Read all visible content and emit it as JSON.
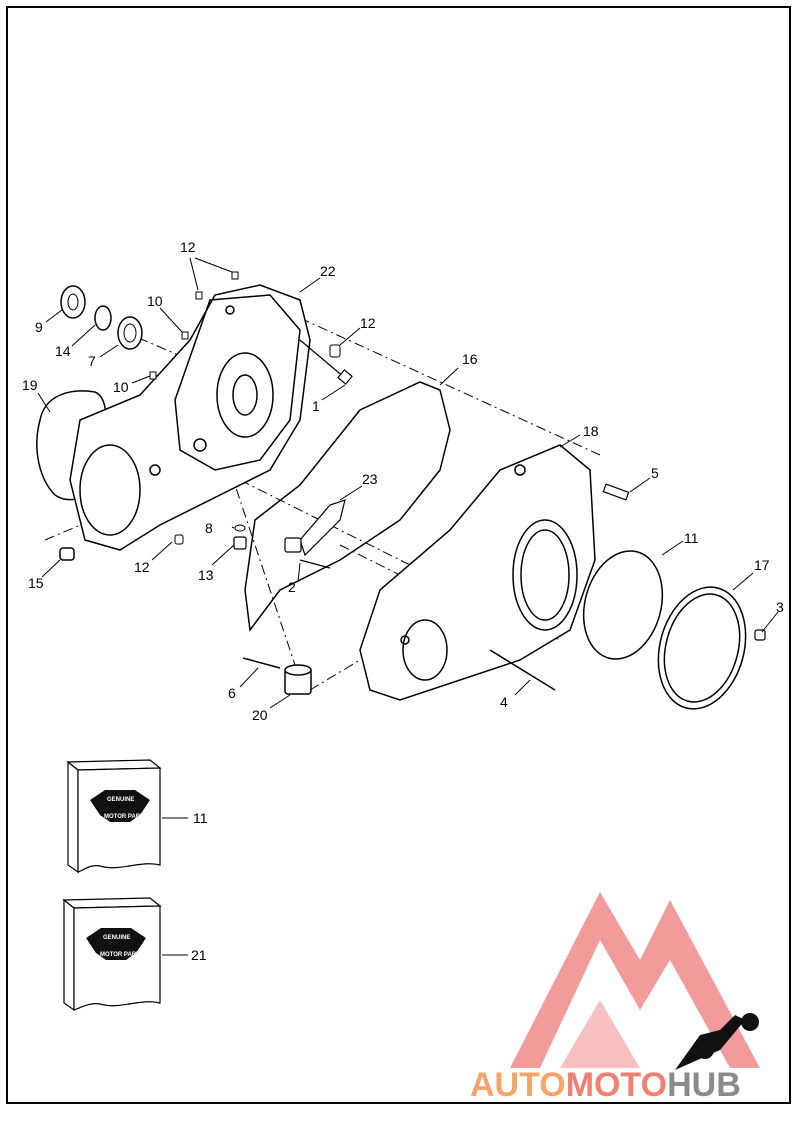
{
  "diagram": {
    "callouts": [
      {
        "id": "c12a",
        "label": "12"
      },
      {
        "id": "c22",
        "label": "22"
      },
      {
        "id": "c10a",
        "label": "10"
      },
      {
        "id": "c12b",
        "label": "12"
      },
      {
        "id": "c9",
        "label": "9"
      },
      {
        "id": "c14",
        "label": "14"
      },
      {
        "id": "c7",
        "label": "7"
      },
      {
        "id": "c16",
        "label": "16"
      },
      {
        "id": "c19",
        "label": "19"
      },
      {
        "id": "c10b",
        "label": "10"
      },
      {
        "id": "c1",
        "label": "1"
      },
      {
        "id": "c18",
        "label": "18"
      },
      {
        "id": "c23",
        "label": "23"
      },
      {
        "id": "c5",
        "label": "5"
      },
      {
        "id": "c8",
        "label": "8"
      },
      {
        "id": "c11a",
        "label": "11"
      },
      {
        "id": "c17",
        "label": "17"
      },
      {
        "id": "c13",
        "label": "13"
      },
      {
        "id": "c15",
        "label": "15"
      },
      {
        "id": "c12c",
        "label": "12"
      },
      {
        "id": "c2",
        "label": "2"
      },
      {
        "id": "c3",
        "label": "3"
      },
      {
        "id": "c6",
        "label": "6"
      },
      {
        "id": "c4",
        "label": "4"
      },
      {
        "id": "c20",
        "label": "20"
      },
      {
        "id": "c11b",
        "label": "11"
      },
      {
        "id": "c21",
        "label": "21"
      }
    ],
    "kits": [
      {
        "id": "kit11",
        "badge_line1": "GENUINE",
        "badge_line2": "MOTOR PARTS"
      },
      {
        "id": "kit21",
        "badge_line1": "GENUINE",
        "badge_line2": "MOTOR PARTS"
      }
    ]
  },
  "watermark": {
    "part1": "AUTO",
    "part2": "MOTO",
    "part3": "HUB",
    "color_auto": "#f5a46a",
    "color_moto": "#f08070",
    "color_hub": "#8a8a8a",
    "logo_color": "#f08a8a"
  }
}
